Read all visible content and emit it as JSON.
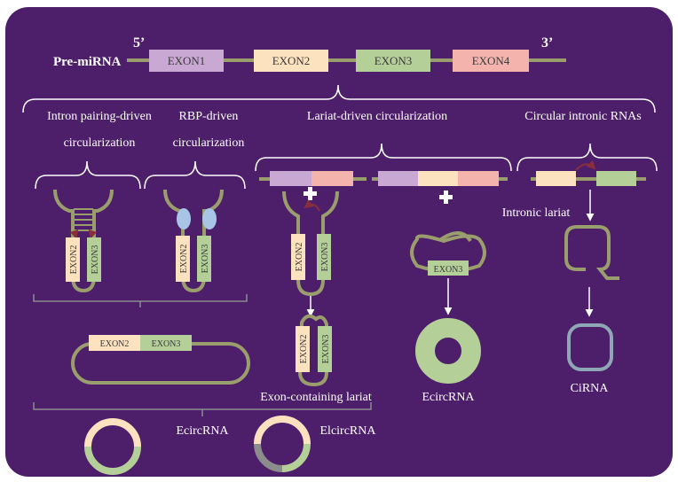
{
  "colors": {
    "background": "#4d1f6a",
    "rna_line": "#9a9e6c",
    "exon1": "#c9a9d3",
    "exon2": "#fde2bf",
    "exon3": "#b5cf98",
    "exon4": "#f5b3ad",
    "rbp": "#a8c5e6",
    "arrow": "#8a2e3c",
    "circle_green": "#b5cf98",
    "circle_yellow": "#fde2bf",
    "circle_gray": "#8c8c8c",
    "ring_blue": "#8fa7b4"
  },
  "premirna": {
    "label": "Pre-miRNA",
    "five_prime": "5’",
    "three_prime": "3’",
    "exons": [
      "EXON1",
      "EXON2",
      "EXON3",
      "EXON4"
    ]
  },
  "headers": {
    "intron_pairing_l1": "Intron pairing-driven",
    "intron_pairing_l2": "circularization",
    "rbp_l1": "RBP-driven",
    "rbp_l2": "circularization",
    "lariat": "Lariat-driven circularization",
    "circular_intronic": "Circular intronic RNAs"
  },
  "hairpin": {
    "exon_left": "EXON2",
    "exon_right": "EXON3"
  },
  "loop_exons": {
    "left": "EXON2",
    "right": "EXON3"
  },
  "lariat": {
    "circle_exon": "EXON3",
    "exon_containing_label": "Exon-containing lariat"
  },
  "intronic": {
    "lariat_label": "Intronic lariat"
  },
  "products": {
    "ecircrna_bottom": "EcircRNA",
    "elcircrna": "ElcircRNA",
    "ecircrna_donut": "EcircRNA",
    "cirna": "CiRNA"
  }
}
